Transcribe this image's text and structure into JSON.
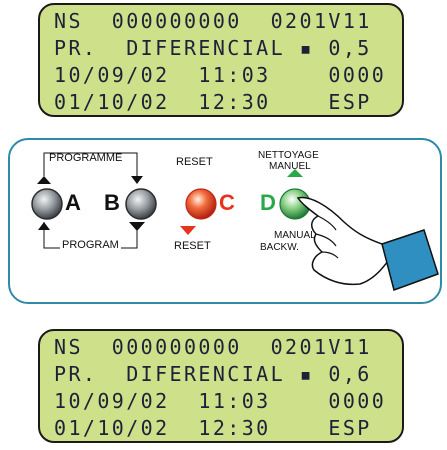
{
  "display_top": {
    "lines": [
      "NS  000000000  0201V11",
      "PR.  DIFERENCIAL ▪ 0,5",
      "10/09/02  11:03    0000",
      "01/10/02  12:30    ESP"
    ]
  },
  "display_bottom": {
    "lines": [
      "NS  000000000  0201V11",
      "PR.  DIFERENCIAL ▪ 0,6",
      "10/09/02  11:03    0000",
      "01/10/02  12:30    ESP"
    ]
  },
  "keypad": {
    "programme_label": "PROGRAMME",
    "program_label": "PROGRAM",
    "reset_label_top": "RESET",
    "reset_label_bottom": "RESET",
    "nettoyage_label_1": "NETTOYAGE",
    "nettoyage_label_2": "MANUEL",
    "manual_label_1": "MANUAL",
    "manual_label_2": "BACKW.",
    "button_a": "A",
    "button_b": "B",
    "button_c": "C",
    "button_d": "D"
  },
  "colors": {
    "lcd_background": "#cfe08a",
    "panel_border": "#2e8aa8",
    "button_grey": "#8a8f94",
    "button_red": "#e8321e",
    "button_green": "#29a84a",
    "hand_cuff": "#2f8fc0"
  },
  "icons": [
    "arrow-up-icon",
    "arrow-down-icon",
    "hand-pointer-icon"
  ]
}
